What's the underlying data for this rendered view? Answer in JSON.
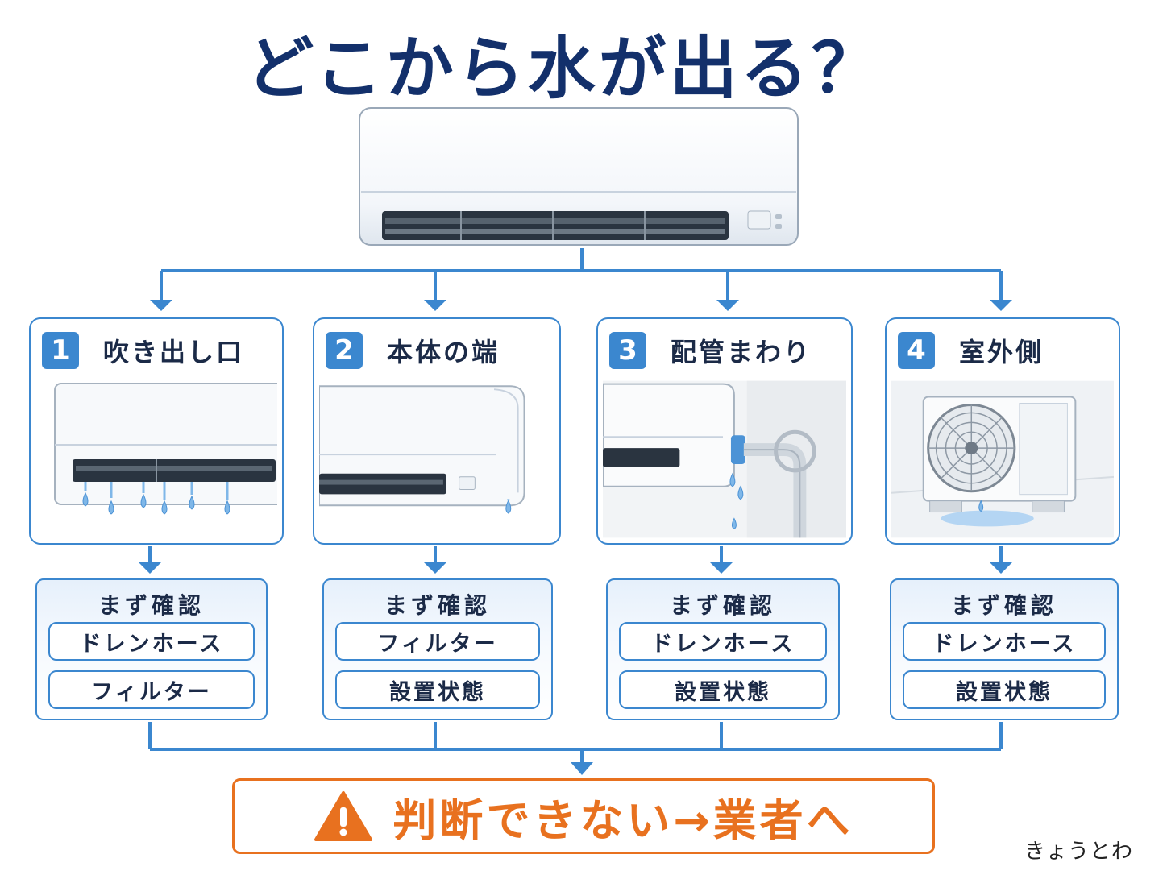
{
  "title": "どこから水が出る？",
  "categories": [
    {
      "number": "1",
      "label": "吹き出し口",
      "check_title": "まず確認",
      "checks": [
        "ドレンホース",
        "フィルター"
      ]
    },
    {
      "number": "2",
      "label": "本体の端",
      "check_title": "まず確認",
      "checks": [
        "フィルター",
        "設置状態"
      ]
    },
    {
      "number": "3",
      "label": "配管まわり",
      "check_title": "まず確認",
      "checks": [
        "ドレンホース",
        "設置状態"
      ]
    },
    {
      "number": "4",
      "label": "室外側",
      "check_title": "まず確認",
      "checks": [
        "ドレンホース",
        "設置状態"
      ]
    }
  ],
  "conclusion": "判断できない→業者へ",
  "signature": "きょうとわ",
  "icons": [
    "air-conditioner-icon",
    "water-drop-icon",
    "pipe-icon",
    "outdoor-unit-icon",
    "warning-icon"
  ],
  "colors": {
    "primary": "#3b87cf",
    "title": "#13306b",
    "warning": "#e8711f",
    "water": "#7fb7e8"
  }
}
